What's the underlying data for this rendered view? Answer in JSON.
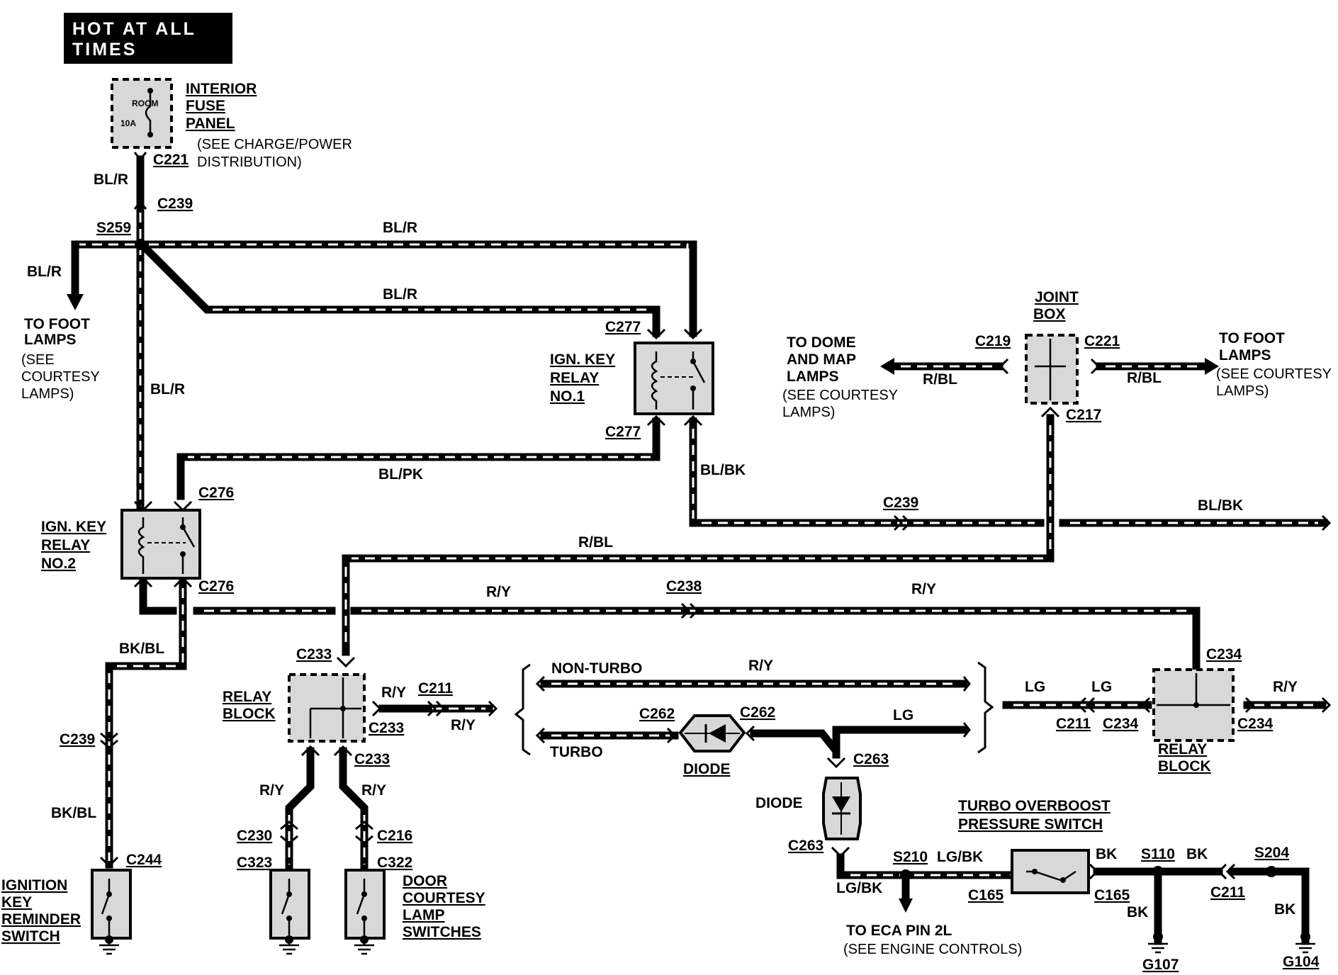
{
  "header": {
    "line1": "HOT AT ALL",
    "line2": "TIMES"
  },
  "fuse_panel": {
    "label_lines": [
      "INTERIOR",
      "FUSE",
      "PANEL"
    ],
    "note_lines": [
      "(SEE CHARGE/POWER",
      "DISTRIBUTION)"
    ],
    "fuse_name": "ROOM",
    "fuse_rating": "10A"
  },
  "connectors": {
    "c221_top": "C221",
    "c239_top": "C239",
    "s259": "S259",
    "c277_top": "C277",
    "c277_bot": "C277",
    "c276_top": "C276",
    "c276_bot": "C276",
    "c239_mid": "C239",
    "c238": "C238",
    "c219": "C219",
    "c221_jb": "C221",
    "c217": "C217",
    "c233_top": "C233",
    "c211_rb": "C211",
    "c233_right": "C233",
    "c233_bot": "C233",
    "c239_left": "C239",
    "c244": "C244",
    "c230": "C230",
    "c323": "C323",
    "c216": "C216",
    "c322": "C322",
    "c262_l": "C262",
    "c262_r": "C262",
    "c263_top": "C263",
    "c263_bot": "C263",
    "c234_top": "C234",
    "c234_left": "C234",
    "c234_right": "C234",
    "c211_right": "C211",
    "s210": "S210",
    "c165_l": "C165",
    "c165_r": "C165",
    "s110": "S110",
    "c211_bot": "C211",
    "s204": "S204",
    "g107": "G107",
    "g104": "G104"
  },
  "wires": {
    "bl_r_1": "BL/R",
    "bl_r_2": "BL/R",
    "bl_r_3": "BL/R",
    "bl_r_4": "BL/R",
    "bl_r_5": "BL/R",
    "bl_pk": "BL/PK",
    "bl_bk_1": "BL/BK",
    "bl_bk_2": "BL/BK",
    "r_bl_1": "R/BL",
    "r_bl_2": "R/BL",
    "r_bl_3": "R/BL",
    "r_y_1": "R/Y",
    "r_y_2": "R/Y",
    "r_y_3": "R/Y",
    "r_y_4": "R/Y",
    "r_y_5": "R/Y",
    "r_y_6": "R/Y",
    "r_y_7": "R/Y",
    "r_y_8": "R/Y",
    "bk_bl_1": "BK/BL",
    "bk_bl_2": "BK/BL",
    "lg_1": "LG",
    "lg_2": "LG",
    "lg_3": "LG",
    "lg_bk_1": "LG/BK",
    "lg_bk_2": "LG/BK",
    "bk_1": "BK",
    "bk_2": "BK",
    "bk_3": "BK",
    "bk_4": "BK"
  },
  "labels": {
    "foot_left": [
      "TO FOOT",
      "LAMPS"
    ],
    "foot_left_note": [
      "(SEE",
      "COURTESY",
      "LAMPS)"
    ],
    "ign_relay_1": [
      "IGN. KEY",
      "RELAY",
      "NO.1"
    ],
    "ign_relay_2": [
      "IGN. KEY",
      "RELAY",
      "NO.2"
    ],
    "dome": [
      "TO DOME",
      "AND MAP",
      "LAMPS"
    ],
    "dome_note": [
      "(SEE COURTESY",
      "LAMPS)"
    ],
    "joint_box": [
      "JOINT",
      "BOX"
    ],
    "foot_right": [
      "TO FOOT",
      "LAMPS"
    ],
    "foot_right_note": [
      "(SEE COURTESY",
      "LAMPS)"
    ],
    "relay_block_left": [
      "RELAY",
      "BLOCK"
    ],
    "relay_block_right": [
      "RELAY",
      "BLOCK"
    ],
    "non_turbo": "NON-TURBO",
    "turbo": "TURBO",
    "diode_h": "DIODE",
    "diode_v": "DIODE",
    "ignition_switch": [
      "IGNITION",
      "KEY",
      "REMINDER",
      "SWITCH"
    ],
    "door_switches": [
      "DOOR",
      "COURTESY",
      "LAMP",
      "SWITCHES"
    ],
    "turbo_switch": [
      "TURBO OVERBOOST",
      "PRESSURE SWITCH"
    ],
    "eca": "TO ECA PIN 2L",
    "eca_note": "(SEE ENGINE CONTROLS)"
  }
}
